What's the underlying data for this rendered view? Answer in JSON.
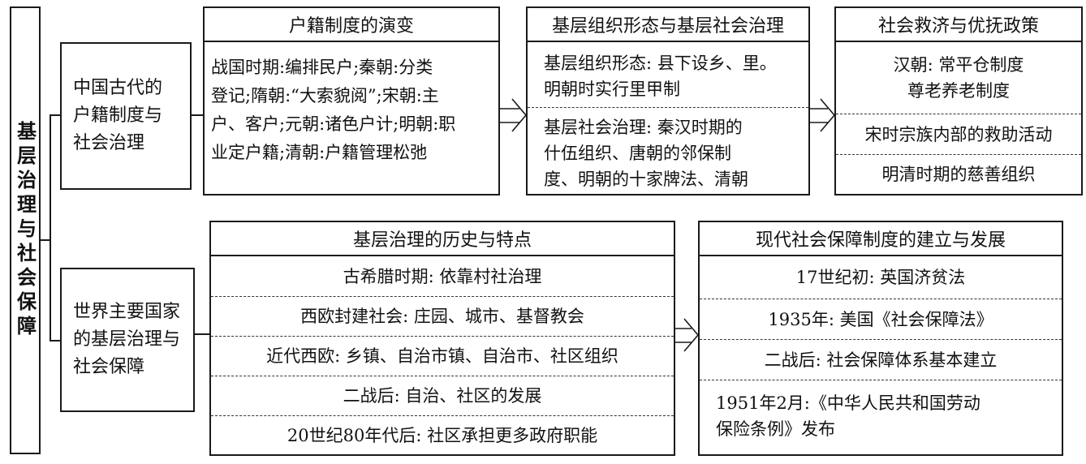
{
  "root": {
    "title": "基层治理与社会保障"
  },
  "branches": [
    {
      "label": "中国古代的\n户籍制度与\n社会治理"
    },
    {
      "label": "世界主要国家\n的基层治理与\n社会保障"
    }
  ],
  "huji": {
    "title": "户籍制度的演变",
    "body": "战国时期:编排民户;秦朝:分类\n登记;隋朝:“大索貌阅”;宋朝:主\n户、客户;元朝:诸色户计;明朝:职\n业定户籍;清朝:户籍管理松弛"
  },
  "jiceng_china": {
    "title": "基层组织形态与基层社会治理",
    "items": [
      "基层组织形态: 县下设乡、里。\n明朝时实行里甲制",
      "基层社会治理: 秦汉时期的\n什伍组织、唐朝的邻保制\n度、明朝的十家牌法、清朝"
    ]
  },
  "jiuji": {
    "title": "社会救济与优抚政策",
    "items": [
      "汉朝: 常平仓制度\n尊老养老制度",
      "宋时宗族内部的救助活动",
      "明清时期的慈善组织"
    ]
  },
  "world_gov": {
    "title": "基层治理的历史与特点",
    "items": [
      "古希腊时期: 依靠村社治理",
      "西欧封建社会: 庄园、城市、基督教会",
      "近代西欧: 乡镇、自治市镇、自治市、社区组织",
      "二战后: 自治、社区的发展",
      "20世纪80年代后: 社区承担更多政府职能"
    ]
  },
  "social_security": {
    "title": "现代社会保障制度的建立与发展",
    "items": [
      "17世纪初: 英国济贫法",
      "1935年: 美国《社会保障法》",
      "二战后: 社会保障体系基本建立",
      "1951年2月:《中华人民共和国劳动\n保险条例》发布"
    ]
  }
}
